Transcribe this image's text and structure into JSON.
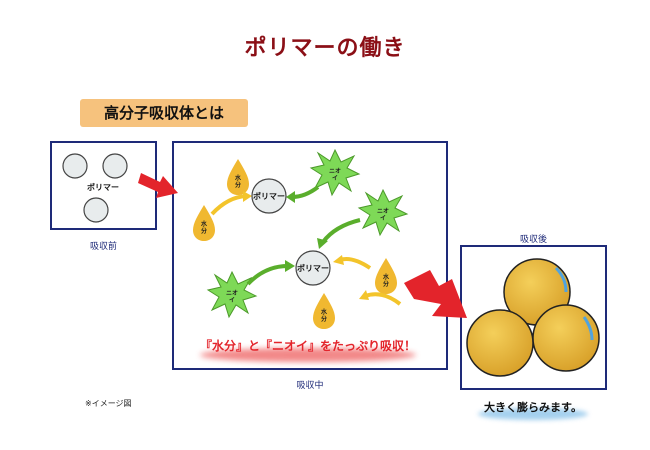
{
  "title": "ポリマーの働き",
  "section_badge": "高分子吸収体とは",
  "before": {
    "polymer_label": "ポリマー",
    "caption": "吸収前"
  },
  "during": {
    "caption": "吸収中",
    "polymer_label": "ポリマー",
    "water_label": "水分",
    "odor_label": "ニオイ",
    "banner": "『水分』と『ニオイ』をたっぷり吸収！"
  },
  "after": {
    "caption": "吸収後",
    "result_text": "大きく膨らみます。"
  },
  "note": "※イメージ図",
  "colors": {
    "title": "#8b0f16",
    "frame": "#1e2a78",
    "badge": "#f6c27d",
    "water_drop": "#f0b830",
    "odor_burst": "#7ed957",
    "arrow_green": "#5aae2c",
    "arrow_yellow": "#f3c42b",
    "arrow_red": "#e3242b",
    "banner_text": "#e3242b",
    "swollen_ball": "#e9b83a"
  }
}
